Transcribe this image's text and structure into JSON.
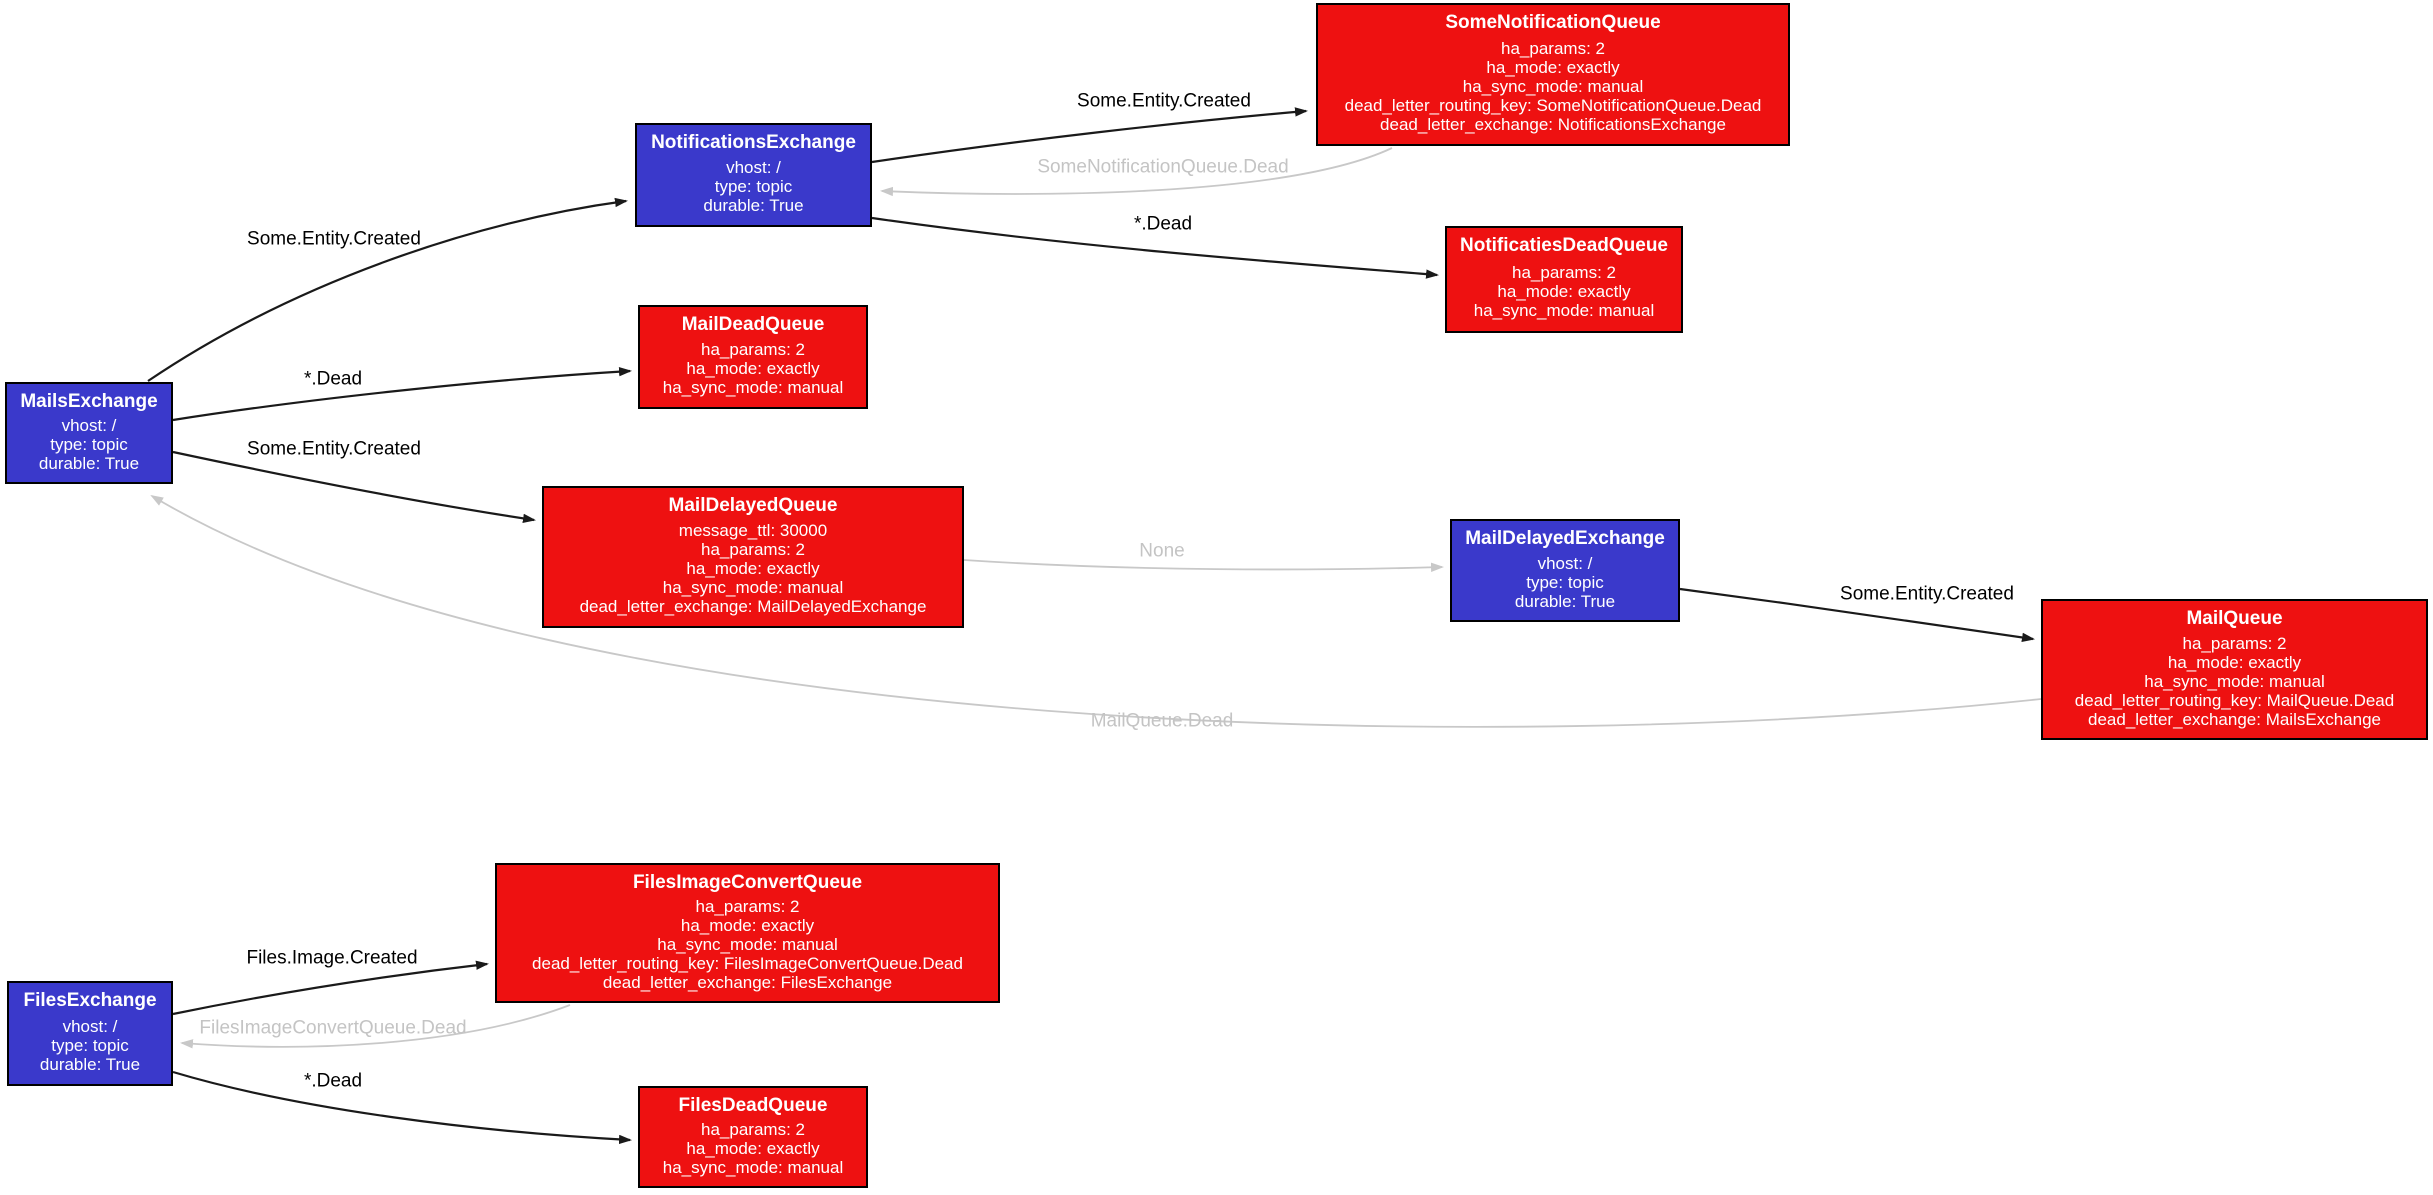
{
  "colors": {
    "exchange_fill": "#3a39cb",
    "queue_fill": "#ee1111",
    "edge_black": "#1a1a1a",
    "edge_gray": "#c8c8c8",
    "node_text": "#ffffff",
    "gray_label_text": "#c4c4c4"
  },
  "nodes": [
    {
      "id": "mails-exchange",
      "kind": "exchange",
      "title": "MailsExchange",
      "lines": [
        "vhost: /",
        "type: topic",
        "durable: True"
      ]
    },
    {
      "id": "notifications-exchange",
      "kind": "exchange",
      "title": "NotificationsExchange",
      "lines": [
        "vhost: /",
        "type: topic",
        "durable: True"
      ]
    },
    {
      "id": "some-notification-queue",
      "kind": "queue",
      "title": "SomeNotificationQueue",
      "lines": [
        "ha_params: 2",
        "ha_mode: exactly",
        "ha_sync_mode: manual",
        "dead_letter_routing_key: SomeNotificationQueue.Dead",
        "dead_letter_exchange: NotificationsExchange"
      ]
    },
    {
      "id": "notificaties-dead-queue",
      "kind": "queue",
      "title": "NotificatiesDeadQueue",
      "lines": [
        "ha_params: 2",
        "ha_mode: exactly",
        "ha_sync_mode: manual"
      ]
    },
    {
      "id": "mail-dead-queue",
      "kind": "queue",
      "title": "MailDeadQueue",
      "lines": [
        "ha_params: 2",
        "ha_mode: exactly",
        "ha_sync_mode: manual"
      ]
    },
    {
      "id": "mail-delayed-queue",
      "kind": "queue",
      "title": "MailDelayedQueue",
      "lines": [
        "message_ttl: 30000",
        "ha_params: 2",
        "ha_mode: exactly",
        "ha_sync_mode: manual",
        "dead_letter_exchange: MailDelayedExchange"
      ]
    },
    {
      "id": "mail-delayed-exchange",
      "kind": "exchange",
      "title": "MailDelayedExchange",
      "lines": [
        "vhost: /",
        "type: topic",
        "durable: True"
      ]
    },
    {
      "id": "mail-queue",
      "kind": "queue",
      "title": "MailQueue",
      "lines": [
        "ha_params: 2",
        "ha_mode: exactly",
        "ha_sync_mode: manual",
        "dead_letter_routing_key: MailQueue.Dead",
        "dead_letter_exchange: MailsExchange"
      ]
    },
    {
      "id": "files-exchange",
      "kind": "exchange",
      "title": "FilesExchange",
      "lines": [
        "vhost: /",
        "type: topic",
        "durable: True"
      ]
    },
    {
      "id": "files-image-convert-queue",
      "kind": "queue",
      "title": "FilesImageConvertQueue",
      "lines": [
        "ha_params: 2",
        "ha_mode: exactly",
        "ha_sync_mode: manual",
        "dead_letter_routing_key: FilesImageConvertQueue.Dead",
        "dead_letter_exchange: FilesExchange"
      ]
    },
    {
      "id": "files-dead-queue",
      "kind": "queue",
      "title": "FilesDeadQueue",
      "lines": [
        "ha_params: 2",
        "ha_mode: exactly",
        "ha_sync_mode: manual"
      ]
    }
  ],
  "edges": [
    {
      "from": "MailsExchange",
      "to": "NotificationsExchange",
      "label": "Some.Entity.Created",
      "style": "black"
    },
    {
      "from": "NotificationsExchange",
      "to": "SomeNotificationQueue",
      "label": "Some.Entity.Created",
      "style": "black"
    },
    {
      "from": "SomeNotificationQueue",
      "to": "NotificationsExchange",
      "label": "SomeNotificationQueue.Dead",
      "style": "gray"
    },
    {
      "from": "NotificationsExchange",
      "to": "NotificatiesDeadQueue",
      "label": "*.Dead",
      "style": "black"
    },
    {
      "from": "MailsExchange",
      "to": "MailDeadQueue",
      "label": "*.Dead",
      "style": "black"
    },
    {
      "from": "MailsExchange",
      "to": "MailDelayedQueue",
      "label": "Some.Entity.Created",
      "style": "black"
    },
    {
      "from": "MailDelayedQueue",
      "to": "MailDelayedExchange",
      "label": "None",
      "style": "gray"
    },
    {
      "from": "MailDelayedExchange",
      "to": "MailQueue",
      "label": "Some.Entity.Created",
      "style": "black"
    },
    {
      "from": "MailQueue",
      "to": "MailsExchange",
      "label": "MailQueue.Dead",
      "style": "gray"
    },
    {
      "from": "FilesExchange",
      "to": "FilesImageConvertQueue",
      "label": "Files.Image.Created",
      "style": "black"
    },
    {
      "from": "FilesImageConvertQueue",
      "to": "FilesExchange",
      "label": "FilesImageConvertQueue.Dead",
      "style": "gray"
    },
    {
      "from": "FilesExchange",
      "to": "FilesDeadQueue",
      "label": "*.Dead",
      "style": "black"
    }
  ]
}
